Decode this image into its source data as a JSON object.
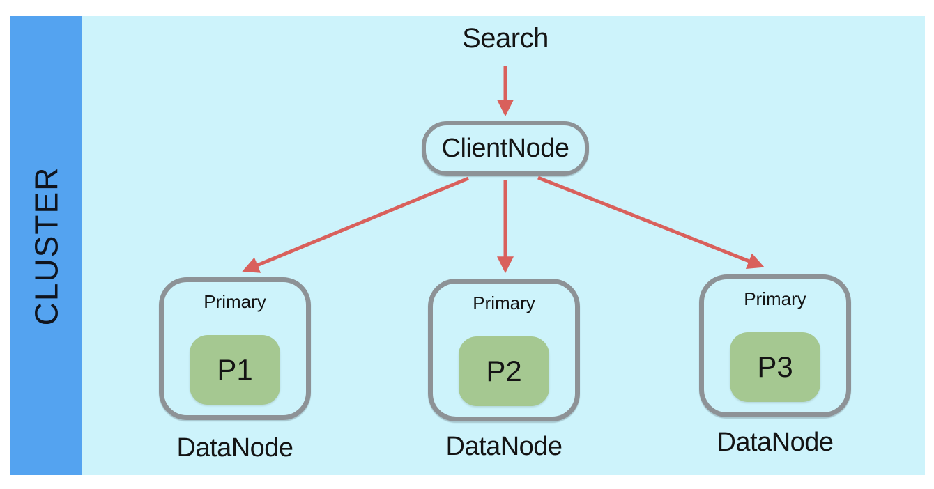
{
  "diagram": {
    "cluster_label": "CLUSTER",
    "search_label": "Search",
    "client_node": {
      "label": "ClientNode"
    },
    "data_nodes": [
      {
        "primary_label": "Primary",
        "shard_label": "P1",
        "node_label": "DataNode"
      },
      {
        "primary_label": "Primary",
        "shard_label": "P2",
        "node_label": "DataNode"
      },
      {
        "primary_label": "Primary",
        "shard_label": "P3",
        "node_label": "DataNode"
      }
    ],
    "colors": {
      "bar_blue": "#54a3f0",
      "panel_cyan": "#cdf3fb",
      "border_gray": "#8d9296",
      "shard_green": "#a5c891",
      "arrow_red": "#d9605c",
      "text_black": "#141414"
    }
  }
}
